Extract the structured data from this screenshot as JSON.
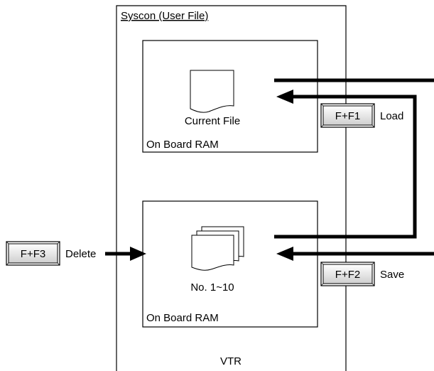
{
  "title": "Syscon (User File)",
  "vtr_label": "VTR",
  "upper_box": {
    "file_label": "Current File",
    "ram_label": "On Board RAM"
  },
  "lower_box": {
    "file_label": "No. 1~10",
    "ram_label": "On Board RAM"
  },
  "keys": {
    "load": {
      "key": "F+F1",
      "label": "Load"
    },
    "save": {
      "key": "F+F2",
      "label": "Save"
    },
    "delete": {
      "key": "F+F3",
      "label": "Delete"
    }
  }
}
